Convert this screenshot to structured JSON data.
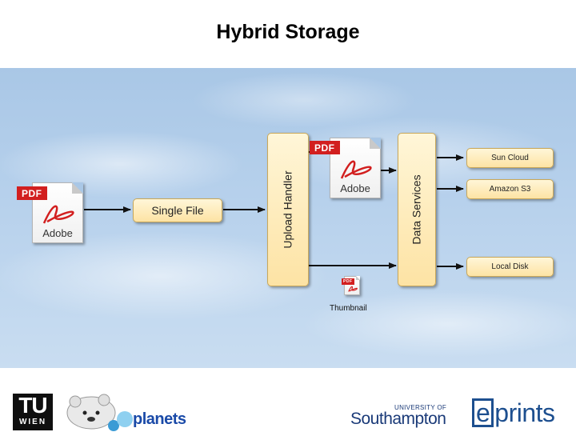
{
  "title": "Hybrid Storage",
  "diagram": {
    "source_pdf": {
      "tag": "PDF",
      "brand": "Adobe"
    },
    "single_file": "Single File",
    "upload_handler": "Upload Handler",
    "stored_pdf": {
      "tag": "PDF",
      "brand": "Adobe"
    },
    "data_services": "Data Services",
    "thumbnail_label": "Thumbnail",
    "storage_targets": [
      "Sun Cloud",
      "Amazon S3",
      "Local Disk"
    ]
  },
  "footer": {
    "tu_logo": {
      "top": "TU",
      "bottom": "WIEN"
    },
    "planets_logo": "planets",
    "southampton_logo": {
      "small": "UNIVERSITY OF",
      "big": "Southampton"
    },
    "eprints_logo": {
      "e": "e",
      "rest": "prints"
    }
  },
  "colors": {
    "box_fill_top": "#fff6d8",
    "box_fill_bottom": "#fde3a4",
    "pdf_red": "#d21f1f",
    "sky": "#b7d1ec"
  }
}
